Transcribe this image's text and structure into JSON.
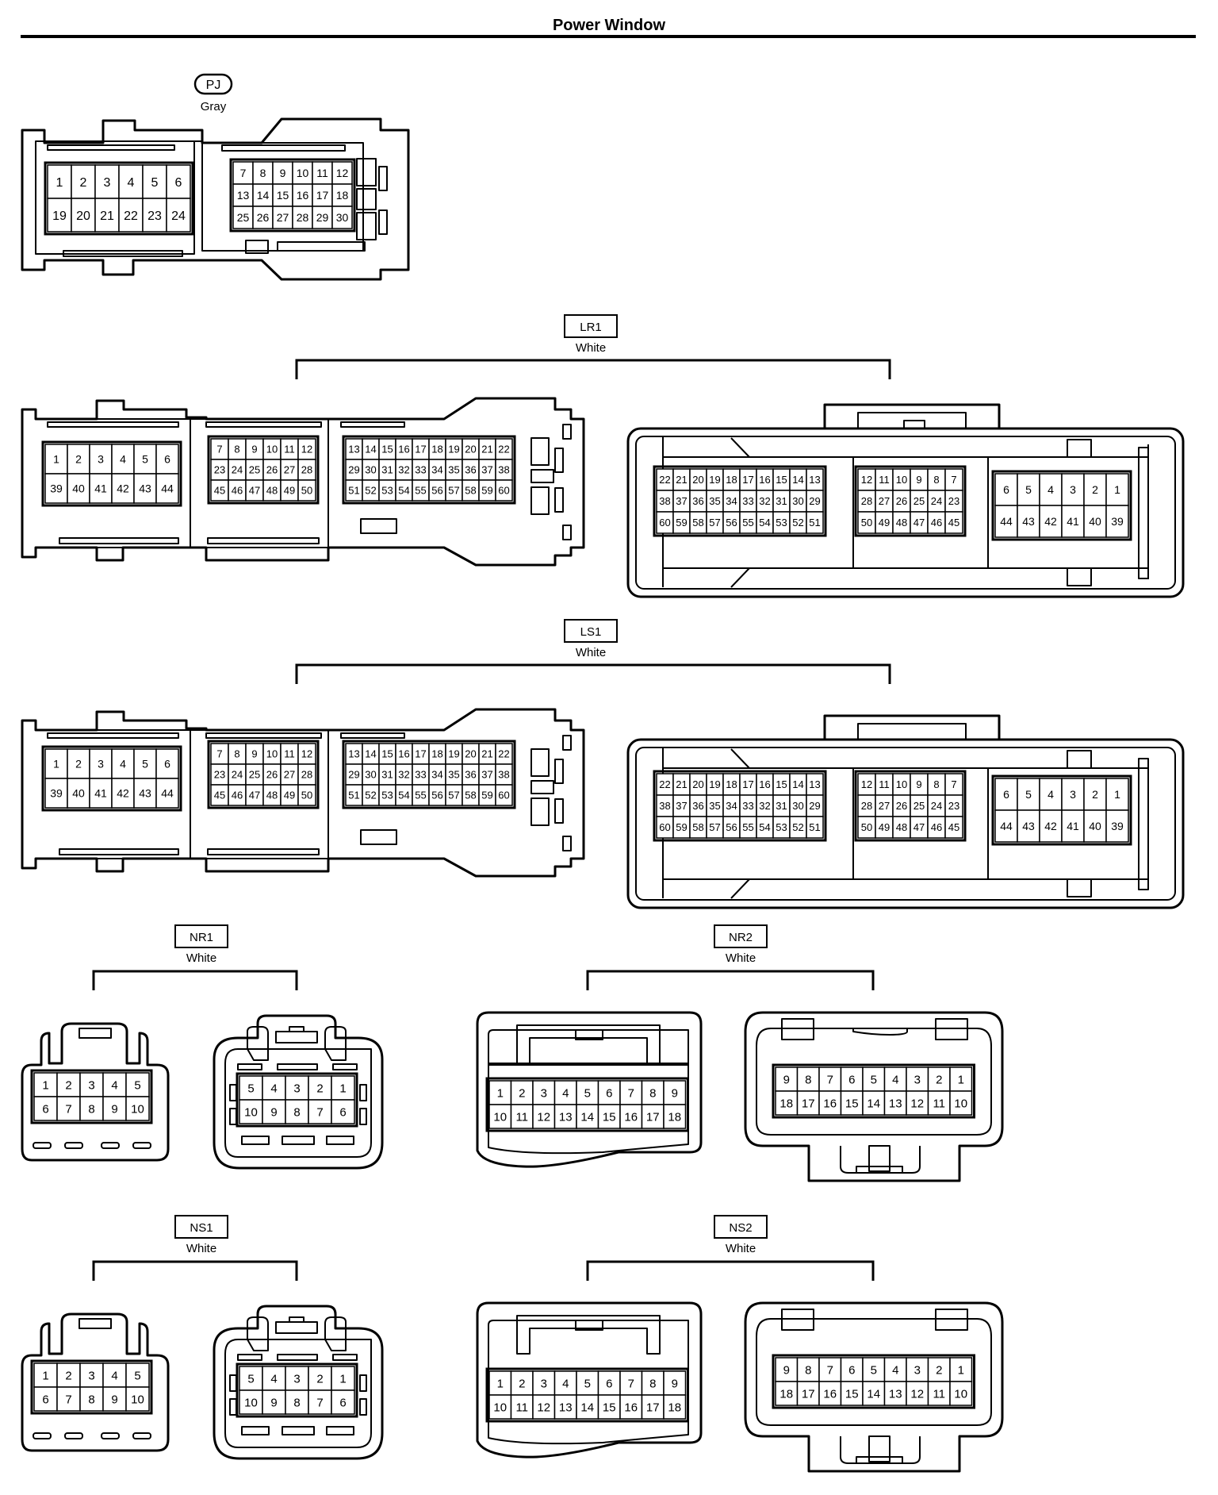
{
  "title": "Power Window",
  "connectors": {
    "PJ": {
      "code": "PJ",
      "color": "Gray",
      "left_rows": [
        [
          "1",
          "2",
          "3",
          "4",
          "5",
          "6"
        ],
        [
          "19",
          "20",
          "21",
          "22",
          "23",
          "24"
        ]
      ],
      "right_rows": [
        [
          "7",
          "8",
          "9",
          "10",
          "11",
          "12"
        ],
        [
          "13",
          "14",
          "15",
          "16",
          "17",
          "18"
        ],
        [
          "25",
          "26",
          "27",
          "28",
          "29",
          "30"
        ]
      ]
    },
    "LR1": {
      "code": "LR1",
      "color": "White",
      "male_a": [
        [
          "1",
          "2",
          "3",
          "4",
          "5",
          "6"
        ],
        [
          "39",
          "40",
          "41",
          "42",
          "43",
          "44"
        ]
      ],
      "male_b": [
        [
          "7",
          "8",
          "9",
          "10",
          "11",
          "12"
        ],
        [
          "23",
          "24",
          "25",
          "26",
          "27",
          "28"
        ],
        [
          "45",
          "46",
          "47",
          "48",
          "49",
          "50"
        ]
      ],
      "male_c": [
        [
          "13",
          "14",
          "15",
          "16",
          "17",
          "18",
          "19",
          "20",
          "21",
          "22"
        ],
        [
          "29",
          "30",
          "31",
          "32",
          "33",
          "34",
          "35",
          "36",
          "37",
          "38"
        ],
        [
          "51",
          "52",
          "53",
          "54",
          "55",
          "56",
          "57",
          "58",
          "59",
          "60"
        ]
      ],
      "female_a": [
        [
          "22",
          "21",
          "20",
          "19",
          "18",
          "17",
          "16",
          "15",
          "14",
          "13"
        ],
        [
          "38",
          "37",
          "36",
          "35",
          "34",
          "33",
          "32",
          "31",
          "30",
          "29"
        ],
        [
          "60",
          "59",
          "58",
          "57",
          "56",
          "55",
          "54",
          "53",
          "52",
          "51"
        ]
      ],
      "female_b": [
        [
          "12",
          "11",
          "10",
          "9",
          "8",
          "7"
        ],
        [
          "28",
          "27",
          "26",
          "25",
          "24",
          "23"
        ],
        [
          "50",
          "49",
          "48",
          "47",
          "46",
          "45"
        ]
      ],
      "female_c": [
        [
          "6",
          "5",
          "4",
          "3",
          "2",
          "1"
        ],
        [
          "44",
          "43",
          "42",
          "41",
          "40",
          "39"
        ]
      ]
    },
    "LS1": {
      "code": "LS1",
      "color": "White",
      "male_a": [
        [
          "1",
          "2",
          "3",
          "4",
          "5",
          "6"
        ],
        [
          "39",
          "40",
          "41",
          "42",
          "43",
          "44"
        ]
      ],
      "male_b": [
        [
          "7",
          "8",
          "9",
          "10",
          "11",
          "12"
        ],
        [
          "23",
          "24",
          "25",
          "26",
          "27",
          "28"
        ],
        [
          "45",
          "46",
          "47",
          "48",
          "49",
          "50"
        ]
      ],
      "male_c": [
        [
          "13",
          "14",
          "15",
          "16",
          "17",
          "18",
          "19",
          "20",
          "21",
          "22"
        ],
        [
          "29",
          "30",
          "31",
          "32",
          "33",
          "34",
          "35",
          "36",
          "37",
          "38"
        ],
        [
          "51",
          "52",
          "53",
          "54",
          "55",
          "56",
          "57",
          "58",
          "59",
          "60"
        ]
      ],
      "female_a": [
        [
          "22",
          "21",
          "20",
          "19",
          "18",
          "17",
          "16",
          "15",
          "14",
          "13"
        ],
        [
          "38",
          "37",
          "36",
          "35",
          "34",
          "33",
          "32",
          "31",
          "30",
          "29"
        ],
        [
          "60",
          "59",
          "58",
          "57",
          "56",
          "55",
          "54",
          "53",
          "52",
          "51"
        ]
      ],
      "female_b": [
        [
          "12",
          "11",
          "10",
          "9",
          "8",
          "7"
        ],
        [
          "28",
          "27",
          "26",
          "25",
          "24",
          "23"
        ],
        [
          "50",
          "49",
          "48",
          "47",
          "46",
          "45"
        ]
      ],
      "female_c": [
        [
          "6",
          "5",
          "4",
          "3",
          "2",
          "1"
        ],
        [
          "44",
          "43",
          "42",
          "41",
          "40",
          "39"
        ]
      ]
    },
    "NR1": {
      "code": "NR1",
      "color": "White",
      "male": [
        [
          "1",
          "2",
          "3",
          "4",
          "5"
        ],
        [
          "6",
          "7",
          "8",
          "9",
          "10"
        ]
      ],
      "female": [
        [
          "5",
          "4",
          "3",
          "2",
          "1"
        ],
        [
          "10",
          "9",
          "8",
          "7",
          "6"
        ]
      ]
    },
    "NR2": {
      "code": "NR2",
      "color": "White",
      "male": [
        [
          "1",
          "2",
          "3",
          "4",
          "5",
          "6",
          "7",
          "8",
          "9"
        ],
        [
          "10",
          "11",
          "12",
          "13",
          "14",
          "15",
          "16",
          "17",
          "18"
        ]
      ],
      "female": [
        [
          "9",
          "8",
          "7",
          "6",
          "5",
          "4",
          "3",
          "2",
          "1"
        ],
        [
          "18",
          "17",
          "16",
          "15",
          "14",
          "13",
          "12",
          "11",
          "10"
        ]
      ]
    },
    "NS1": {
      "code": "NS1",
      "color": "White",
      "male": [
        [
          "1",
          "2",
          "3",
          "4",
          "5"
        ],
        [
          "6",
          "7",
          "8",
          "9",
          "10"
        ]
      ],
      "female": [
        [
          "5",
          "4",
          "3",
          "2",
          "1"
        ],
        [
          "10",
          "9",
          "8",
          "7",
          "6"
        ]
      ]
    },
    "NS2": {
      "code": "NS2",
      "color": "White",
      "male": [
        [
          "1",
          "2",
          "3",
          "4",
          "5",
          "6",
          "7",
          "8",
          "9"
        ],
        [
          "10",
          "11",
          "12",
          "13",
          "14",
          "15",
          "16",
          "17",
          "18"
        ]
      ],
      "female": [
        [
          "9",
          "8",
          "7",
          "6",
          "5",
          "4",
          "3",
          "2",
          "1"
        ],
        [
          "18",
          "17",
          "16",
          "15",
          "14",
          "13",
          "12",
          "11",
          "10"
        ]
      ]
    }
  }
}
